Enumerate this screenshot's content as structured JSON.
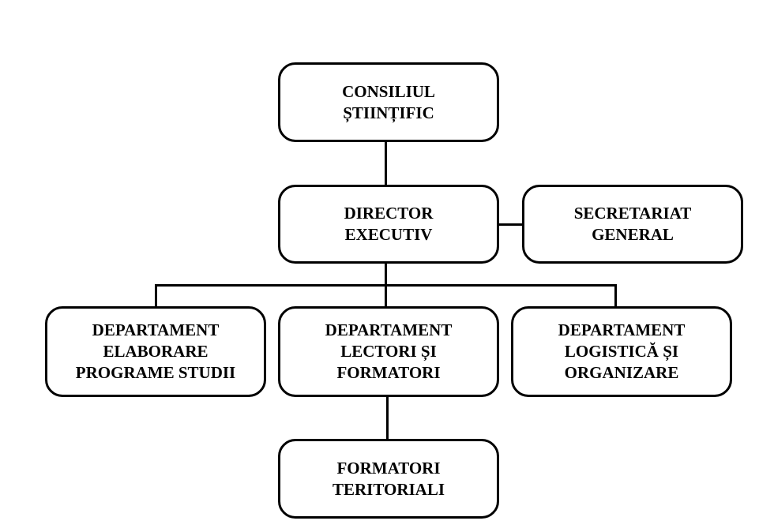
{
  "org_chart": {
    "consiliul": {
      "lines": [
        "CONSILIUL",
        "ȘTIINȚIFIC"
      ]
    },
    "director": {
      "lines": [
        "DIRECTOR",
        "EXECUTIV"
      ]
    },
    "secretariat": {
      "lines": [
        "SECRETARIAT",
        "GENERAL"
      ]
    },
    "dep_elaborare": {
      "lines": [
        "DEPARTAMENT",
        "ELABORARE",
        "PROGRAME STUDII"
      ]
    },
    "dep_lectori": {
      "lines": [
        "DEPARTAMENT",
        "LECTORI ȘI",
        "FORMATORI"
      ]
    },
    "dep_logistica": {
      "lines": [
        "DEPARTAMENT",
        "LOGISTICĂ ȘI",
        "ORGANIZARE"
      ]
    },
    "formatori": {
      "lines": [
        "FORMATORI",
        "TERITORIALI"
      ]
    }
  }
}
